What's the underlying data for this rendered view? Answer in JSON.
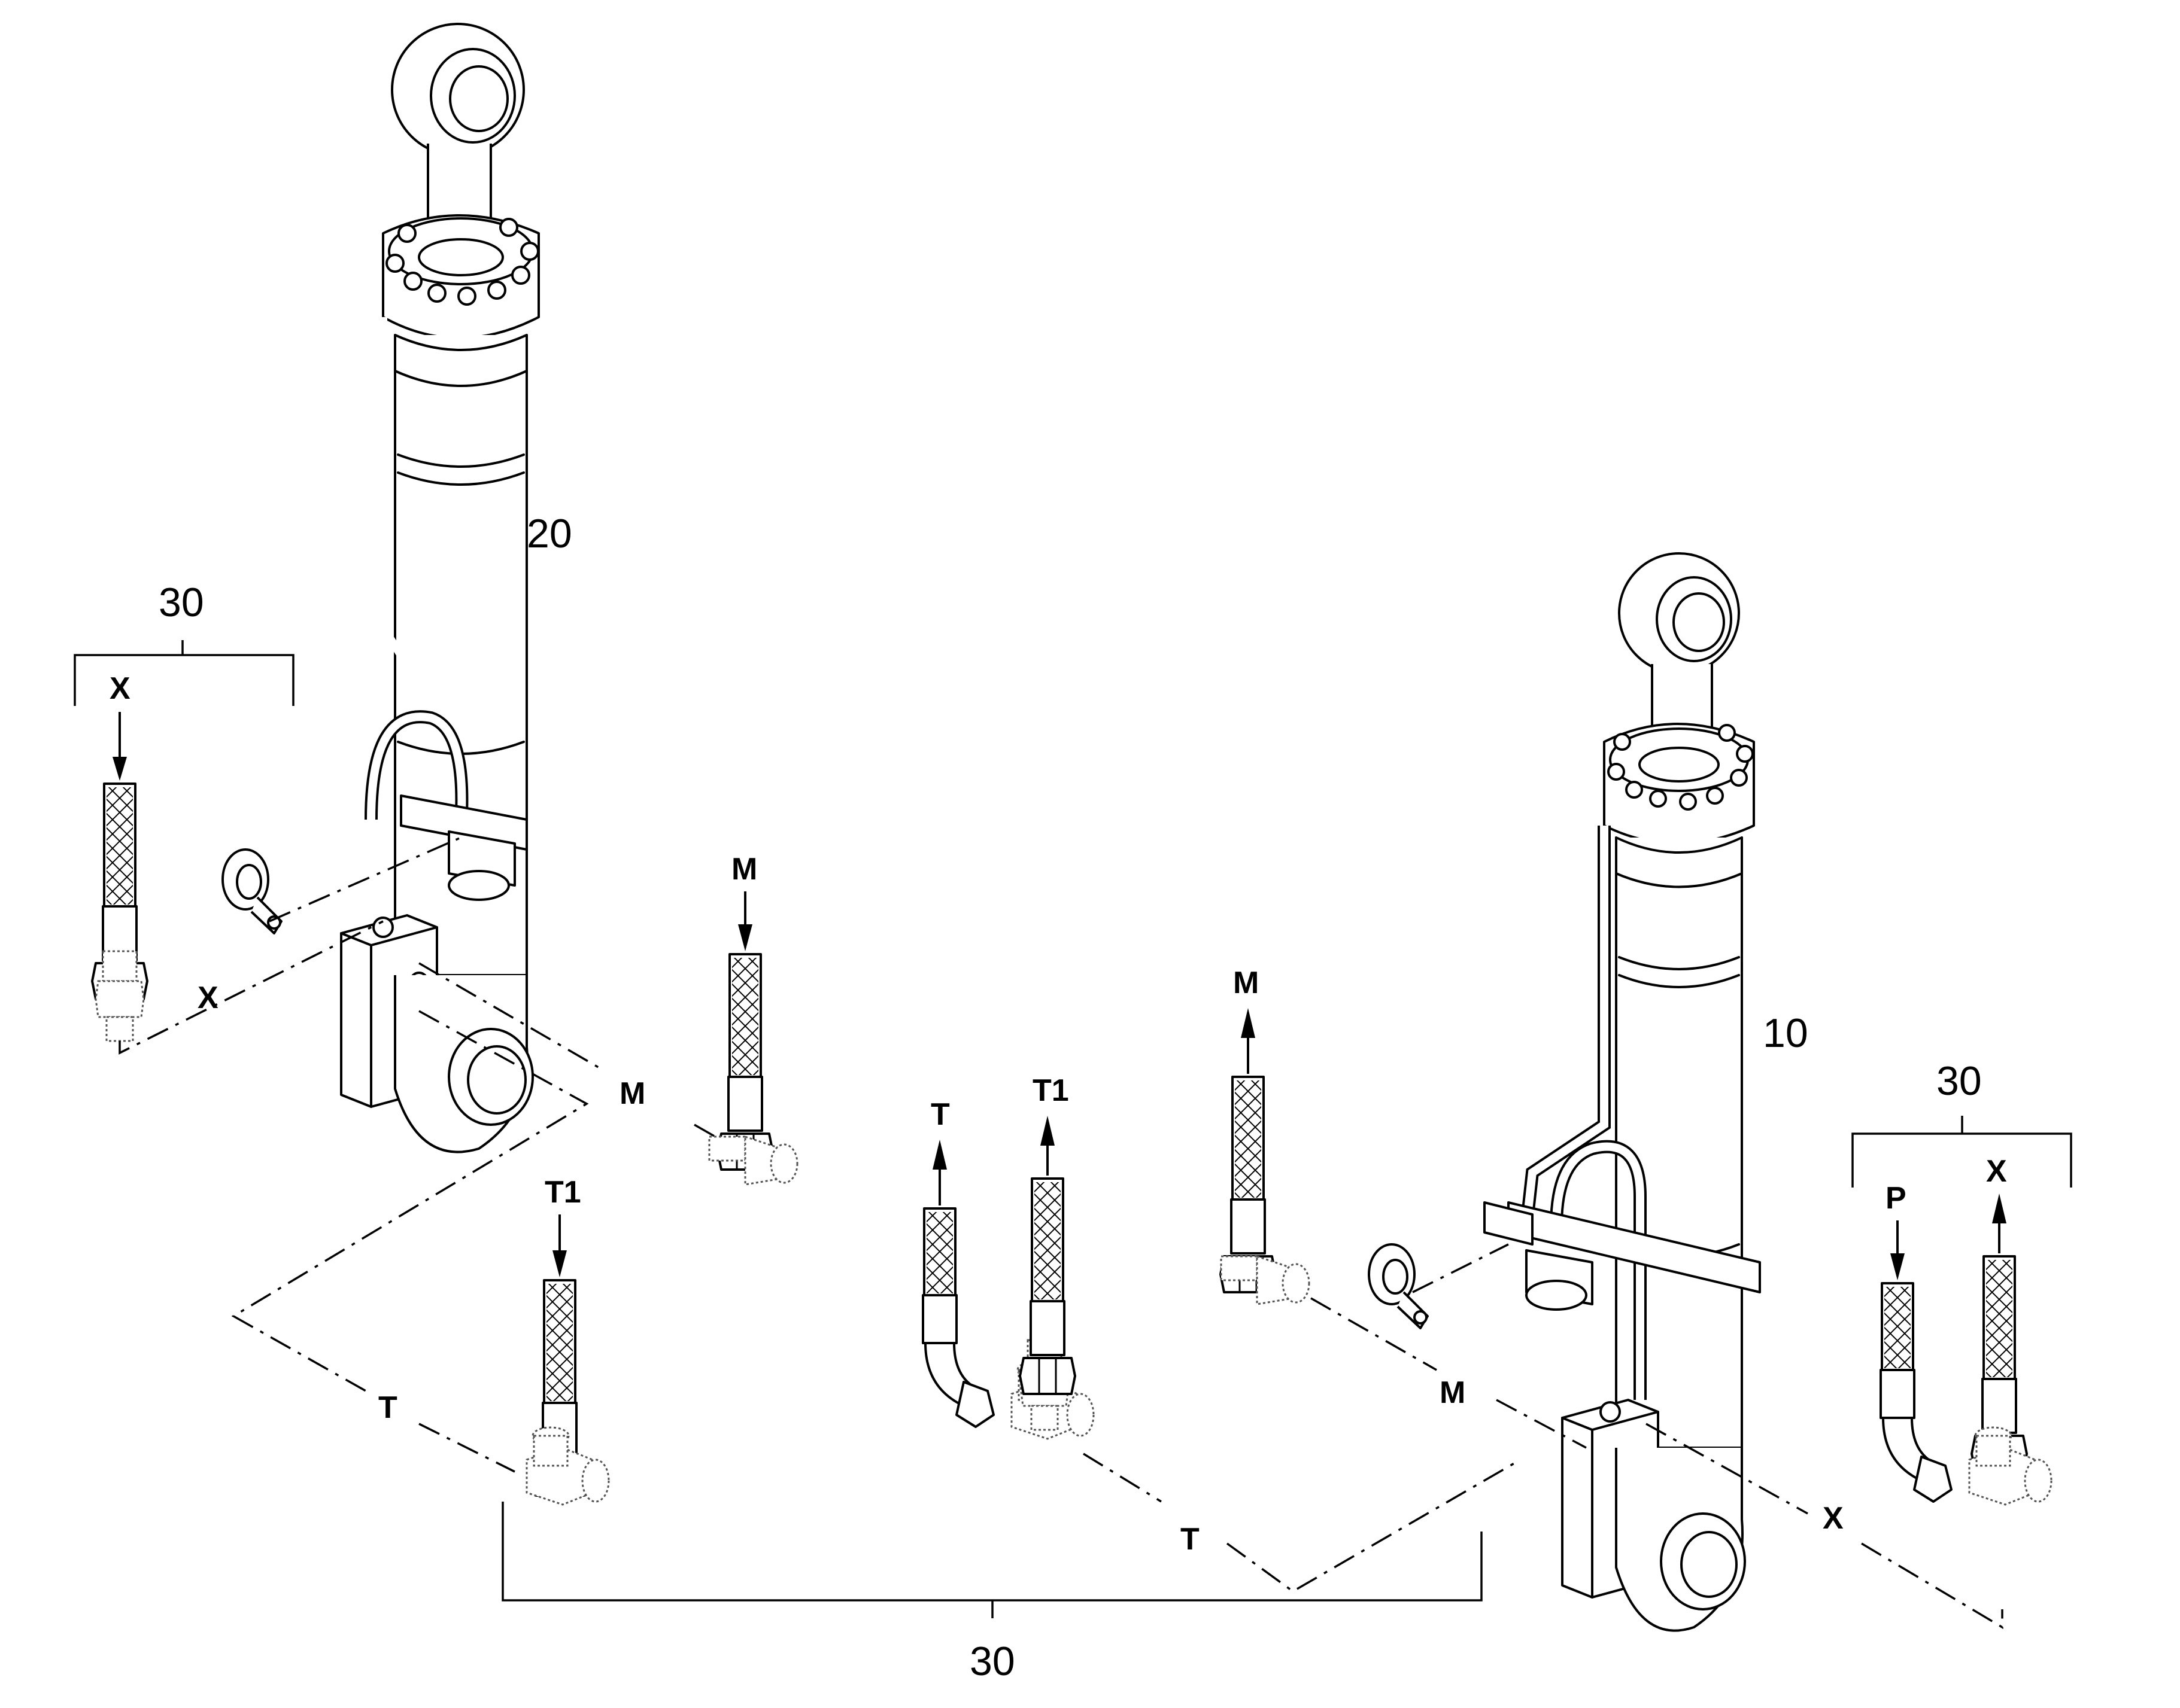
{
  "callouts": {
    "cylinder_left": "20",
    "cylinder_right": "10",
    "kit_left": "30",
    "kit_bottom": "30",
    "kit_right": "30"
  },
  "ports": {
    "x_kit_left": "X",
    "x_line_left": "X",
    "m_hose_left": "M",
    "m_line_left": "M",
    "t1_hose_bottom": "T1",
    "t_line_left": "T",
    "t_hose_mid": "T",
    "t1_hose_mid": "T1",
    "m_hose_mid": "M",
    "m_line_right": "M",
    "t_line_right": "T",
    "p_hose_right": "P",
    "x_hose_right": "X",
    "x_line_right": "X"
  }
}
